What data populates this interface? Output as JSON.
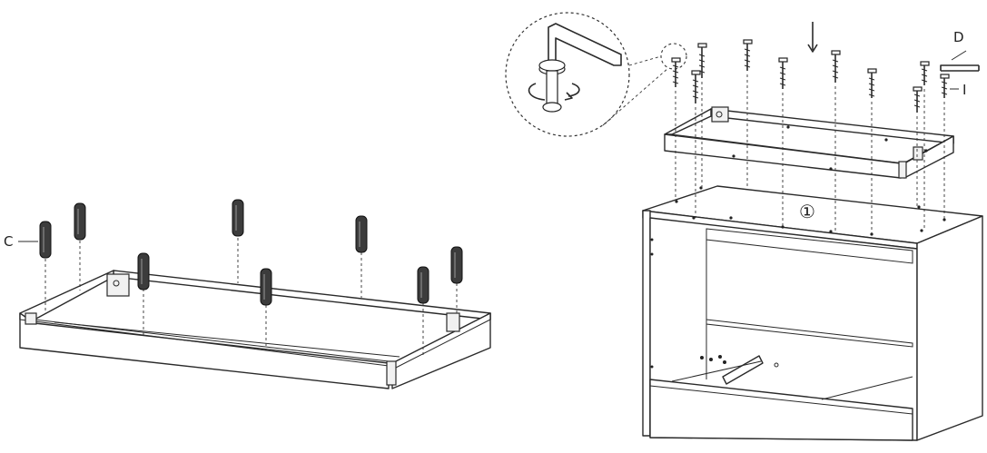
{
  "labels": {
    "dowel_part": "C",
    "hex_key_part": "D",
    "screw_part": "I",
    "step_marker": "①"
  }
}
